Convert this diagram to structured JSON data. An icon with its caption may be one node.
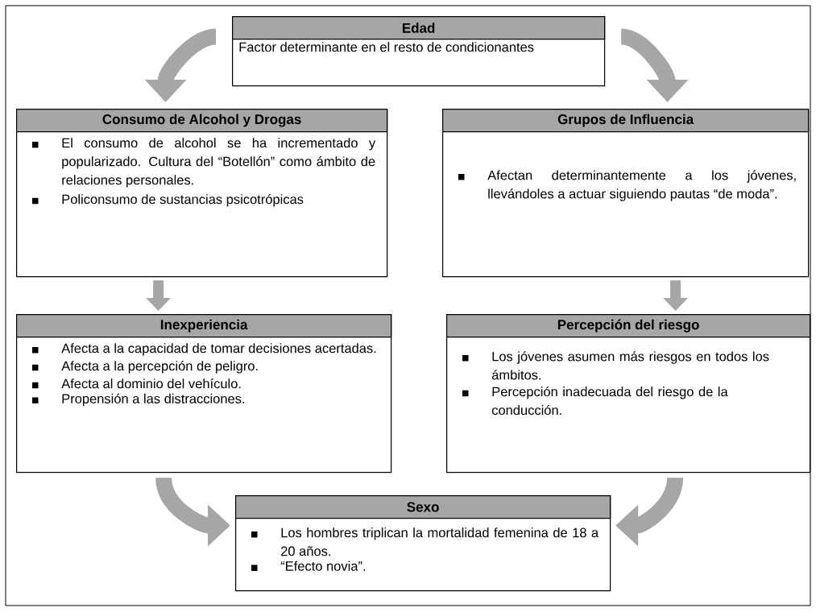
{
  "diagram": {
    "nodes": [
      {
        "text": [
          "Edad",
          "Factor determinante en el resto de condicionantes"
        ]
      },
      {
        "text": [
          "Consumo de Alcohol y Drogas",
          "El consumo de alcohol se ha incrementado y popularizado. Cultura del “Botellón” como ámbito de relaciones personales.",
          "Policonsumo de sustancias psicotrópicas"
        ]
      },
      {
        "text": [
          "Grupos de Influencia",
          "Afectan determinantemente a los jóvenes, llevándoles a actuar siguiendo pautas “de moda”."
        ]
      },
      {
        "text": [
          "Inexperiencia",
          "Afecta a la capacidad de tomar decisiones acertadas.",
          "Afecta a la percepción de peligro.",
          "Afecta al dominio del vehículo.",
          "Propensión a las distracciones."
        ]
      },
      {
        "text": [
          "Percepción del riesgo",
          "Los jóvenes asumen más riesgos en todos los ámbitos.",
          "Percepción inadecuada del riesgo de la conducción."
        ]
      },
      {
        "text": [
          "Sexo",
          "Los hombres triplican la mortalidad femenina de 18 a 20 años.",
          "“Efecto novia”."
        ]
      }
    ],
    "edges": [
      {
        "from": 0,
        "to": 1,
        "arrow": "to"
      },
      {
        "from": 0,
        "to": 2,
        "arrow": "to"
      },
      {
        "from": 1,
        "to": 3,
        "arrow": "to"
      },
      {
        "from": 2,
        "to": 4,
        "arrow": "to"
      },
      {
        "from": 3,
        "to": 5,
        "arrow": "to"
      },
      {
        "from": 4,
        "to": 5,
        "arrow": "to"
      }
    ]
  }
}
